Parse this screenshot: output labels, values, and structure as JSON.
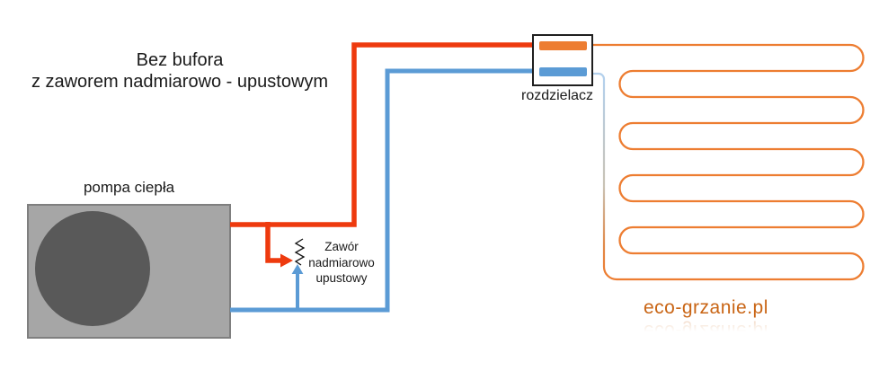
{
  "title": {
    "line1": "Bez bufora",
    "line2": "z zaworem nadmiarowo - upustowym"
  },
  "labels": {
    "heat_pump": "pompa ciepła",
    "manifold": "rozdzielacz",
    "valve_line1": "Zawór",
    "valve_line2": "nadmiarowo",
    "valve_line3": "upustowy",
    "watermark": "eco-grzanie.pl"
  },
  "colors": {
    "pipe-red": "#ee3a0e",
    "pipe-blue": "#5b9bd5",
    "pipe-orange": "#ed7d31",
    "return-light-blue": "#b3d0ec",
    "pump-body": "#a6a6a6",
    "pump-border": "#7f7f7f",
    "pump-circle": "#595959",
    "watermark-orange": "#c96515",
    "text": "#1a1a1a"
  }
}
